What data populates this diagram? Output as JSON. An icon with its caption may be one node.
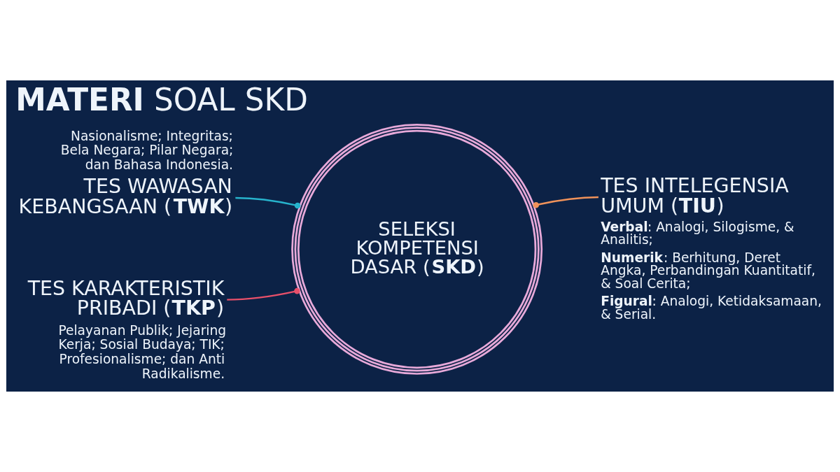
{
  "diagram": {
    "title": "**MATERI** SOAL SKD",
    "nodes": [
      {
        "text": [
          "Nasionalisme; Integritas; Bela Negara; Pilar Negara; dan Bahasa Indonesia.",
          "TES WAWASAN KEBANGSAAN (**TWK**)"
        ]
      },
      {
        "text": [
          "TES KARAKTERISTIK PRIBADI (**TKP**)",
          "Pelayanan Publik; Jejaring Kerja; Sosial Budaya; TIK; Profesionalisme; dan Anti Radikalisme."
        ]
      },
      {
        "text": [
          "SELEKSI KOMPETENSI DASAR (**SKD**)"
        ]
      },
      {
        "text": [
          "TES INTELEGENSIA UMUM (**TIU**)",
          "**Verbal**: Analogi, Silogisme, & Analitis;",
          "**Numerik**: Berhitung, Deret Angka, Perbandingan Kuantitatif, & Soal Cerita;",
          "**Figural**: Analogi, Ketidaksamaan, & Serial."
        ]
      }
    ],
    "edges": [
      {
        "from": 0,
        "to": 2,
        "arrow": "other",
        "color": "#27b3cc"
      },
      {
        "from": 1,
        "to": 2,
        "arrow": "other",
        "color": "#e8506a"
      },
      {
        "from": 3,
        "to": 2,
        "arrow": "other",
        "color": "#f0925a"
      }
    ]
  }
}
